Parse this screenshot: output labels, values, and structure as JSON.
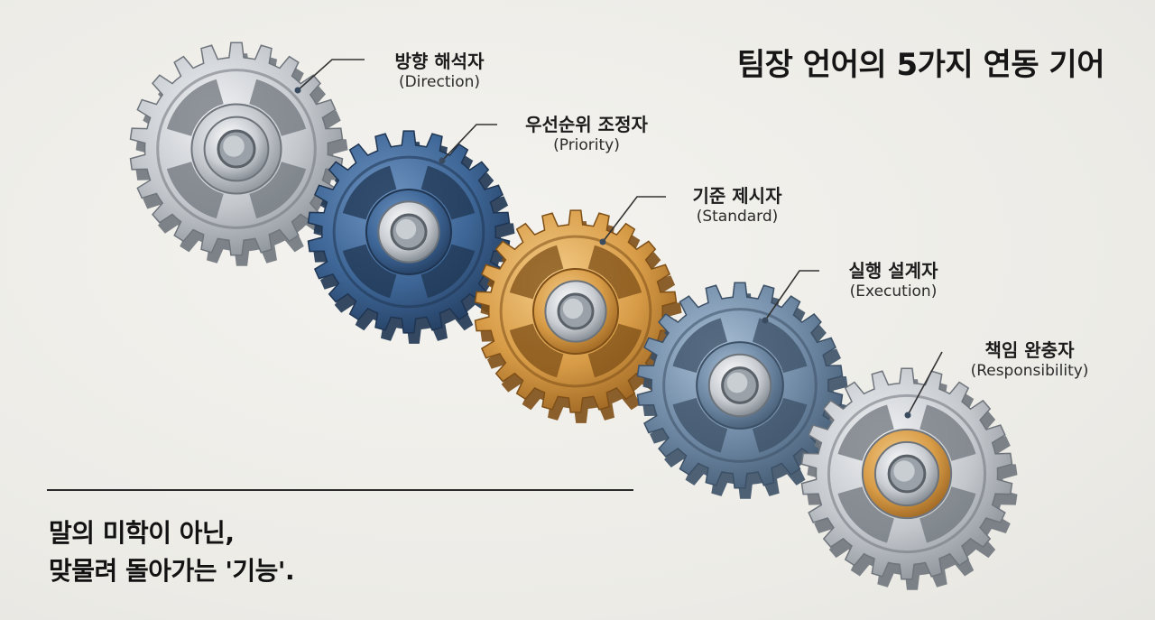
{
  "title": "팀장 언어의 5가지 연동 기어",
  "gears": [
    {
      "name": "방향 해석자",
      "en": "(Direction)",
      "color": "silver"
    },
    {
      "name": "우선순위 조정자",
      "en": "(Priority)",
      "color": "blue"
    },
    {
      "name": "기준 제시자",
      "en": "(Standard)",
      "color": "gold"
    },
    {
      "name": "실행 설계자",
      "en": "(Execution)",
      "color": "steel-blue"
    },
    {
      "name": "책임 완충자",
      "en": "(Responsibility)",
      "color": "silver-gold"
    }
  ],
  "colors": {
    "silver": "#c9ccd0",
    "blue": "#3f6797",
    "gold": "#d9a24e",
    "steel_blue": "#6f8aa6",
    "background": "#eeede8"
  },
  "tagline": {
    "line1": "말의 미학이 아닌,",
    "line2": "맞물려 돌아가는 '기능'."
  }
}
